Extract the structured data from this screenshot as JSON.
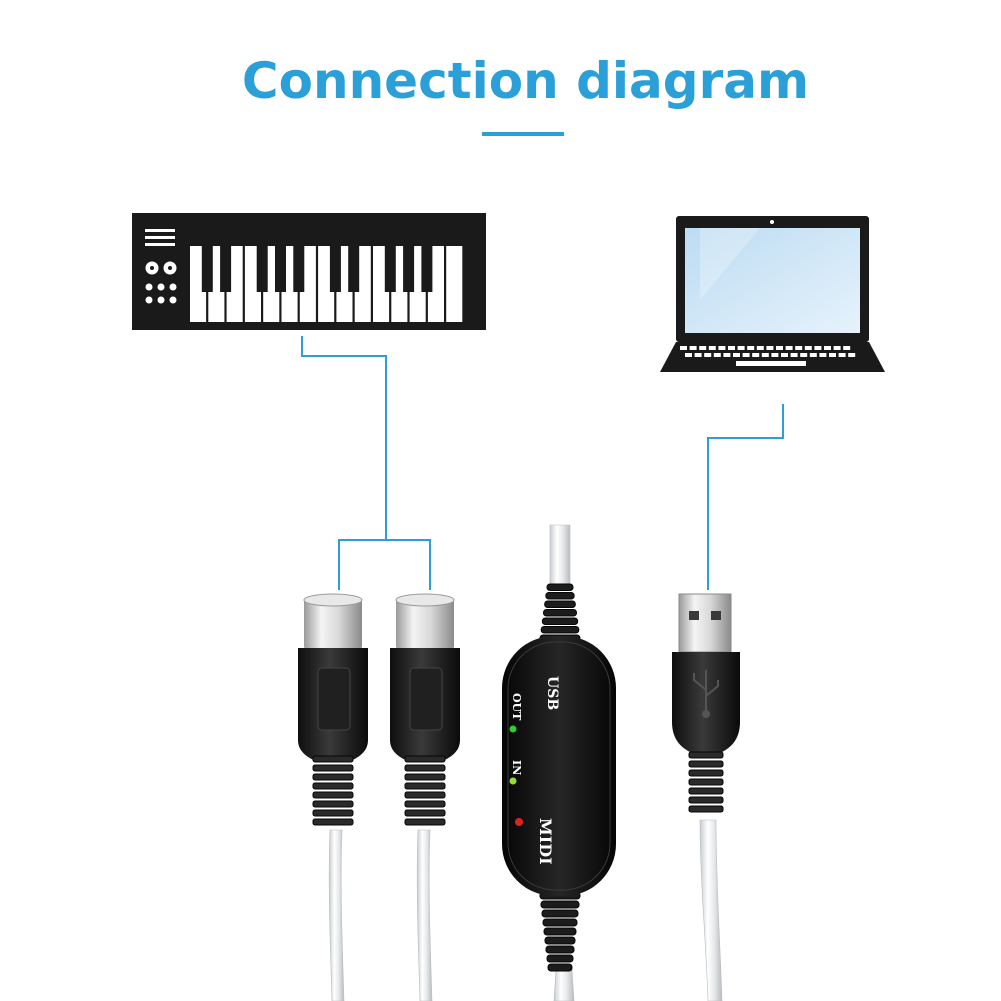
{
  "title": "Connection diagram",
  "colors": {
    "accent": "#2a9fd8",
    "device": "#1a1a1a",
    "screen": "#cfe6f7",
    "led_green": "#33cc33",
    "led_red": "#dd2222"
  },
  "icons": [
    "midi-keyboard-icon",
    "laptop-icon"
  ],
  "adapter": {
    "label_usb": "USB",
    "label_out": "OUT",
    "label_in": "IN",
    "label_midi": "MIDI"
  }
}
